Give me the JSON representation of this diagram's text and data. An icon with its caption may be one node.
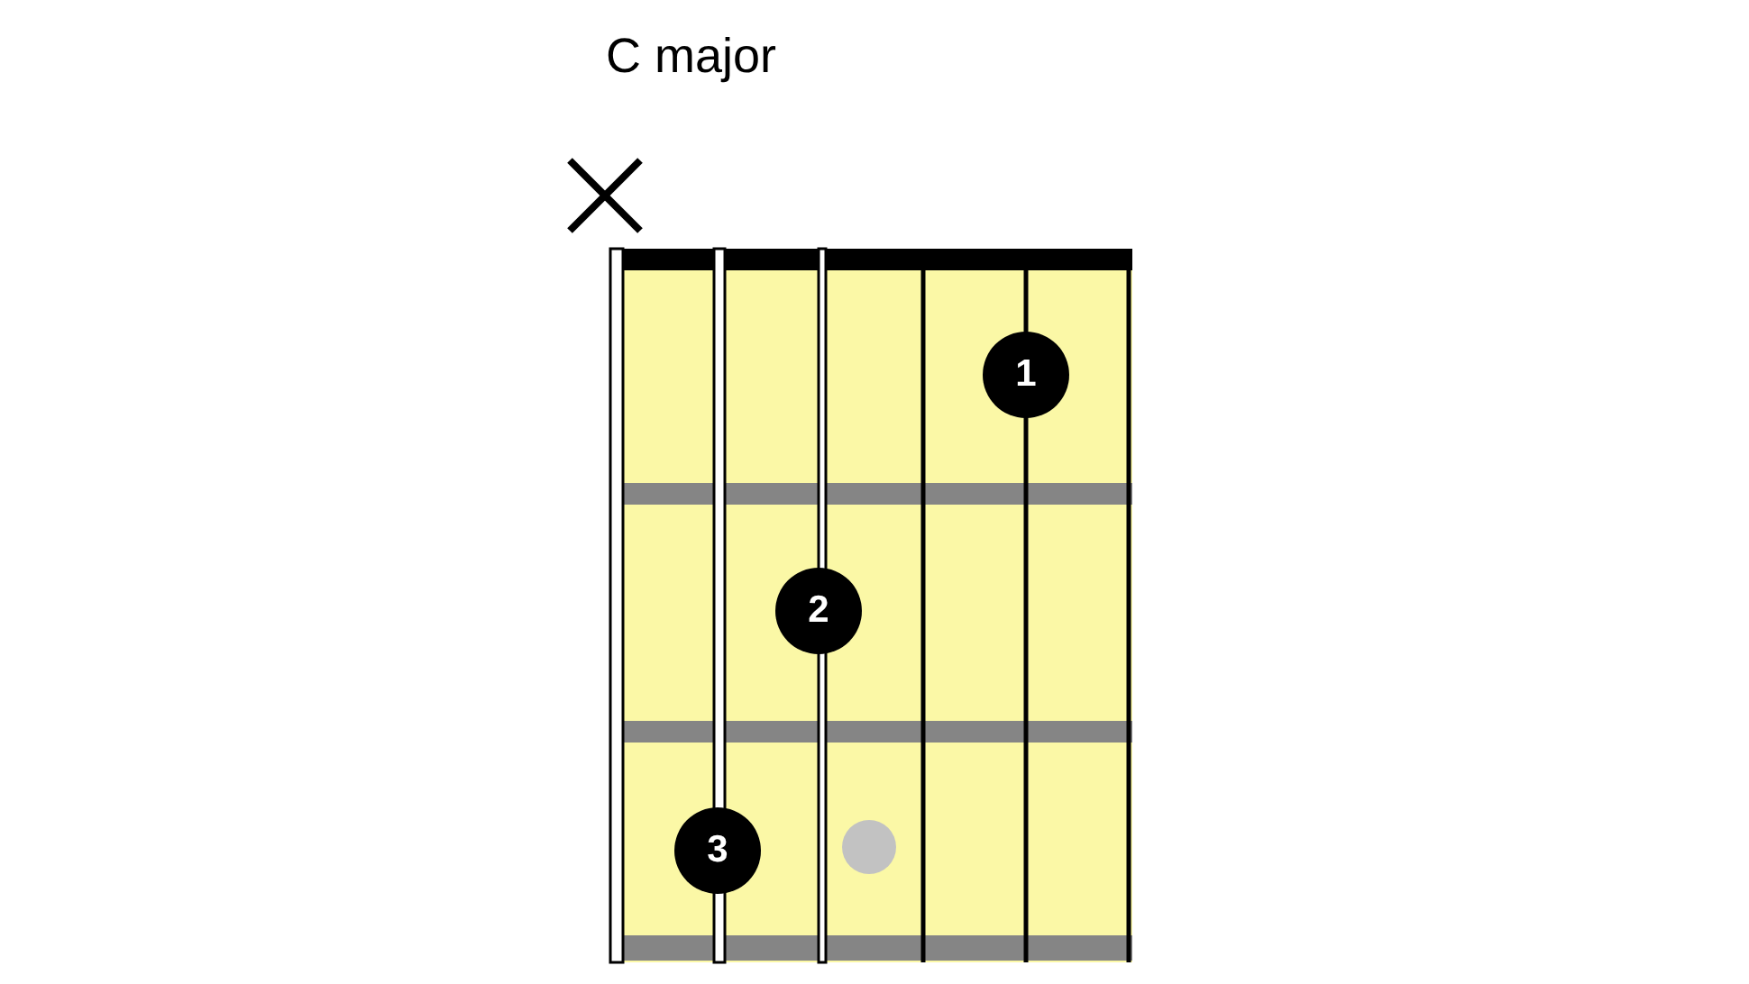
{
  "diagram": {
    "title": "C major",
    "nodes": [
      {
        "text": [
          "1"
        ]
      },
      {
        "text": [
          "2"
        ]
      },
      {
        "text": [
          "3"
        ]
      },
      {
        "text": [],
        "shape": "circle"
      }
    ]
  }
}
